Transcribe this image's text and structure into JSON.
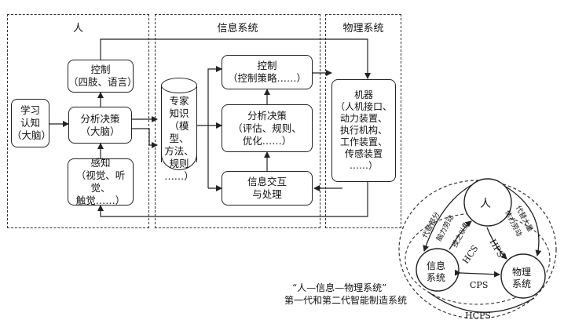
{
  "sections": {
    "human": "人",
    "info": "信息系统",
    "physical": "物理系统"
  },
  "human_boxes": {
    "learning": "学习\n认知\n（大脑）",
    "control": "控制\n（四肢、语言）",
    "decision": "分析决策\n（大脑）",
    "perception": "感知\n（视觉、听觉、\n触觉……）"
  },
  "info_boxes": {
    "expert": "专家\n知识\n（模型、\n方法、\n规则\n……）",
    "control": "控制\n（控制策略……）",
    "decision": "分析决策\n（评估、规则、\n优化……）",
    "interaction": "信息交互\n与处理"
  },
  "physical_boxes": {
    "machine": "机器\n（人机接口、\n动力装置、\n执行机构、\n工作装置、\n传感装置\n……）"
  },
  "hcps_diagram": {
    "node_human": "人",
    "node_info": "信息\n系统",
    "node_physical": "物理\n系统",
    "label_hcs": "HCS",
    "label_hps": "HPS",
    "label_cps": "CPS",
    "label_hcps": "HCPS",
    "label_left1": "代替部分",
    "label_left2": "脑力劳动",
    "label_mid": "授之以鱼",
    "label_right1": "代替大量",
    "label_right2": "体力劳动"
  },
  "caption": {
    "line1": "“人—信息—物理系统”",
    "line2": "第一代和第二代智能制造系统"
  }
}
